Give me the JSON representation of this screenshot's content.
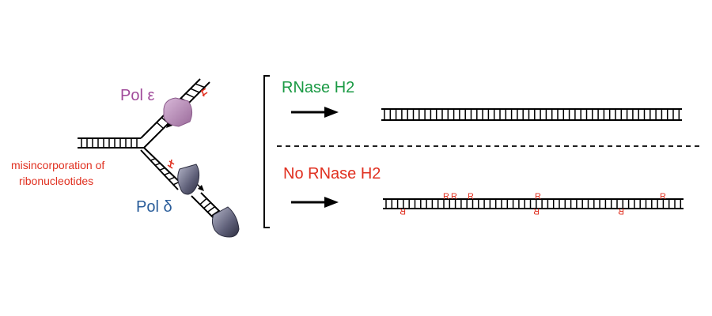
{
  "labels": {
    "pol_epsilon": "Pol ε",
    "pol_delta": "Pol δ",
    "misincorporation_line1": "misincorporation of",
    "misincorporation_line2": "ribonucleotides",
    "rnase_h2": "RNase H2",
    "no_rnase_h2": "No RNase H2",
    "ribo_mark": "R"
  },
  "colors": {
    "pol_epsilon_text": "#a04a9a",
    "pol_epsilon_fill": "#b98ab9",
    "pol_delta_text": "#2a5d9a",
    "pol_delta_fill": "#6a6b84",
    "misincorporation_text": "#e03020",
    "rnase_h2_text": "#1a9a44",
    "no_rnase_h2_text": "#e03020",
    "ribonucleotide_mark": "#e03020",
    "dna": "#000000"
  },
  "icons": {
    "arrow_top": "right-arrow-icon",
    "arrow_bottom": "right-arrow-icon",
    "polymerase_epsilon": "polymerase-epsilon-icon",
    "polymerase_delta": "polymerase-delta-icon"
  }
}
